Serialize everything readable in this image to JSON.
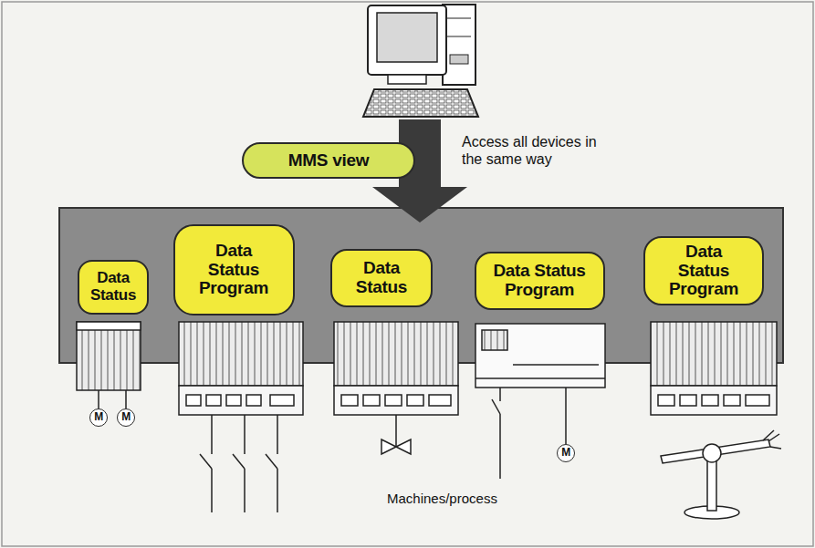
{
  "diagram": {
    "nodes": [
      {
        "text": [
          "MMS view"
        ]
      },
      {
        "text": [
          "Data Status"
        ]
      },
      {
        "text": [
          "Data Status Program"
        ]
      },
      {
        "text": [
          "Data Status"
        ]
      },
      {
        "text": [
          "Data Status Program"
        ]
      },
      {
        "text": [
          "Data Status Program"
        ]
      },
      {
        "text": [
          "M"
        ]
      },
      {
        "text": [
          "M"
        ]
      },
      {
        "text": [
          "M"
        ]
      }
    ],
    "labels": [
      "Access all devices in the same way",
      "Machines/process"
    ]
  }
}
